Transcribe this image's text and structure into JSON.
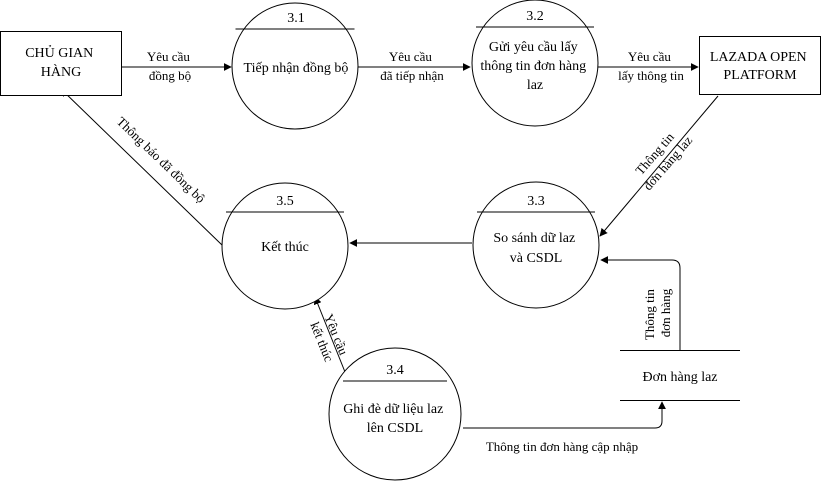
{
  "entities": {
    "chu_gian_hang": [
      "CHỦ GIAN",
      "HÀNG"
    ],
    "lazada": [
      "LAZADA OPEN",
      "PLATFORM"
    ]
  },
  "processes": {
    "p31": {
      "id": "3.1",
      "label": [
        "Tiếp nhận đồng bộ"
      ]
    },
    "p32": {
      "id": "3.2",
      "label": [
        "Gửi yêu cầu lấy",
        "thông tin đơn hàng",
        "laz"
      ]
    },
    "p33": {
      "id": "3.3",
      "label": [
        "So sánh dữ laz",
        "và CSDL"
      ]
    },
    "p34": {
      "id": "3.4",
      "label": [
        "Ghi đè dữ liệu laz",
        "lên CSDL"
      ]
    },
    "p35": {
      "id": "3.5",
      "label": [
        "Kết thúc"
      ]
    }
  },
  "datastore": {
    "label": "Đơn hàng laz"
  },
  "flows": {
    "f1": [
      "Yêu cầu",
      "đồng bộ"
    ],
    "f2": [
      "Yêu cầu",
      "đã tiếp nhận"
    ],
    "f3": [
      "Yêu cầu",
      "lấy thông tin"
    ],
    "f4": [
      "Thông tin",
      "đơn hàng laz"
    ],
    "f5": [
      "Thông tin",
      "đơn hàng"
    ],
    "f6": "Thông tin đơn hàng cập nhập",
    "f7": [
      "Yêu cầu",
      "kết thúc"
    ],
    "f8": "Thông báo đã đồng bộ"
  }
}
